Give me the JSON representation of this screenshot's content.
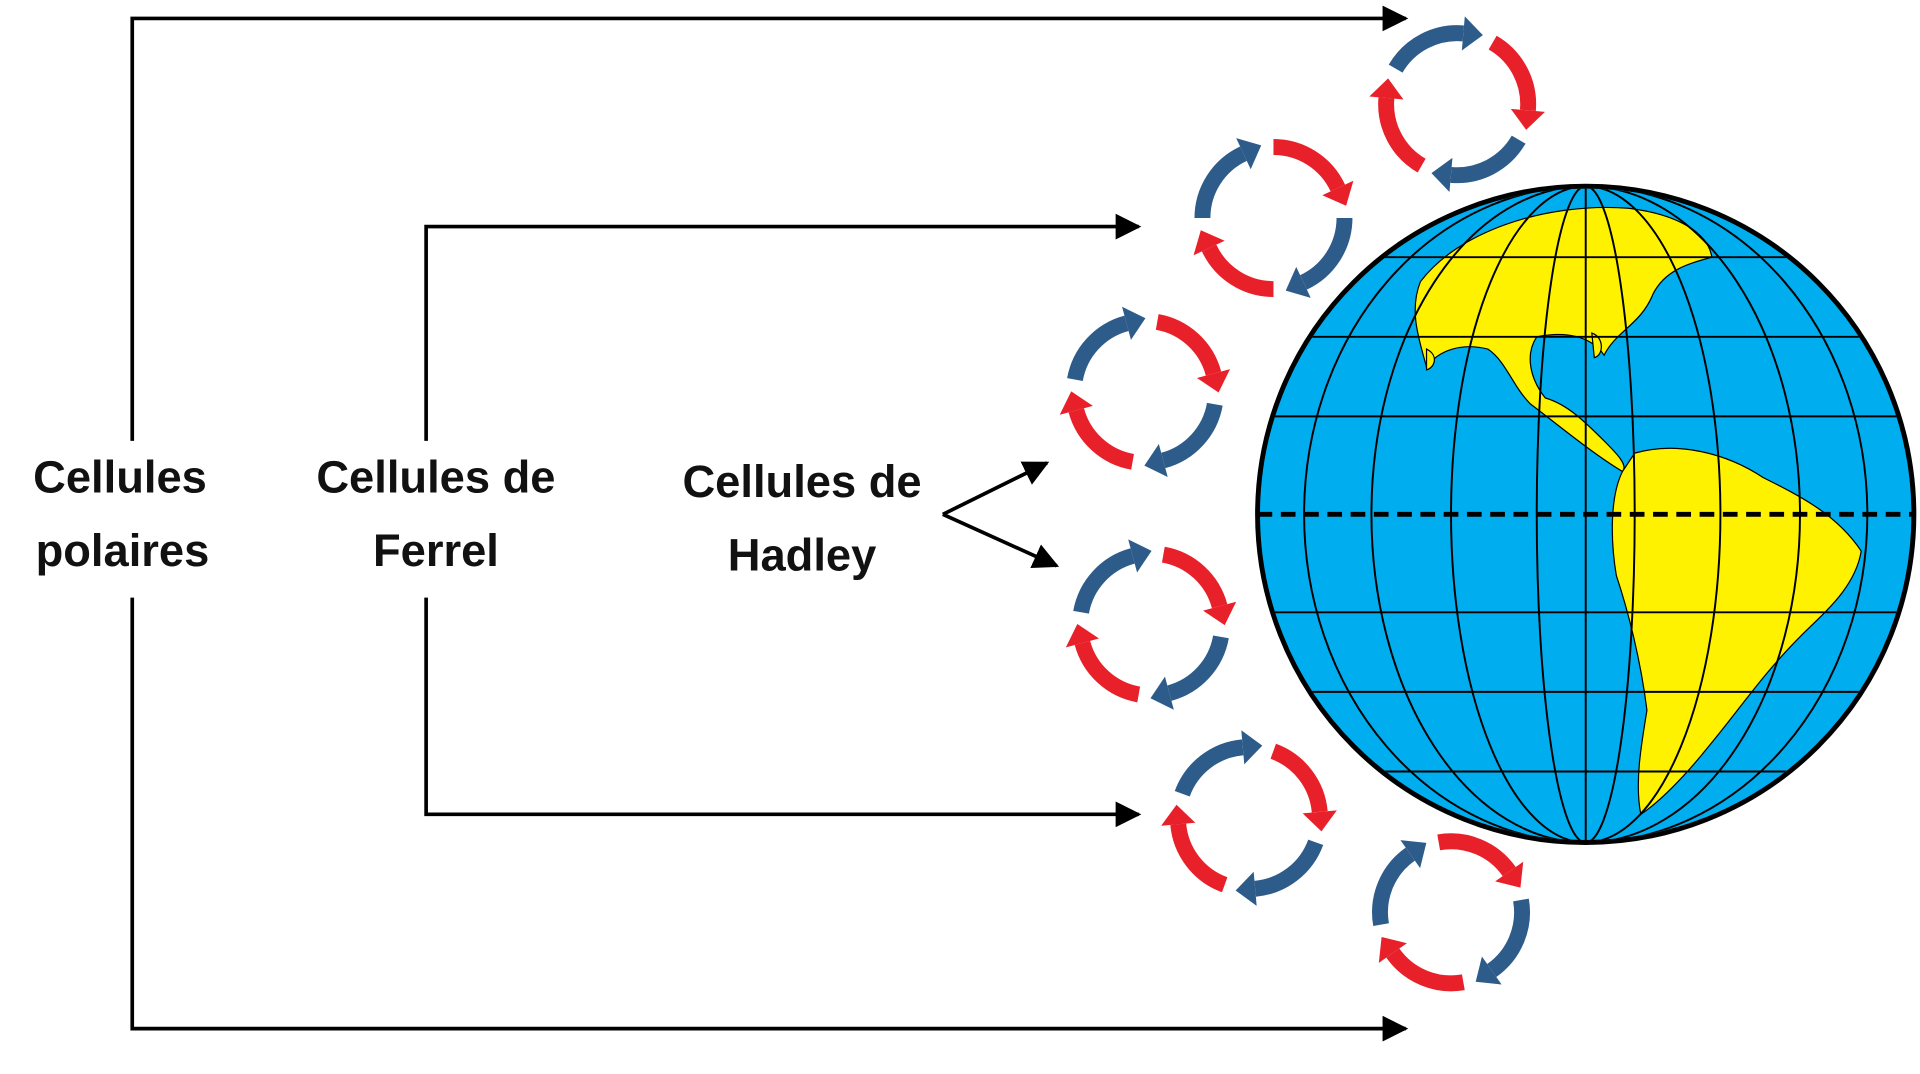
{
  "labels": {
    "polar": [
      "Cellules",
      "polaires"
    ],
    "ferrel": [
      "Cellules de",
      "Ferrel"
    ],
    "hadley": [
      "Cellules de",
      "Hadley"
    ]
  },
  "colors": {
    "ocean": "#00AEEF",
    "land": "#FFF200",
    "warm_arrow": "#E8202A",
    "cold_arrow": "#2E5C8A",
    "line": "#000000"
  }
}
